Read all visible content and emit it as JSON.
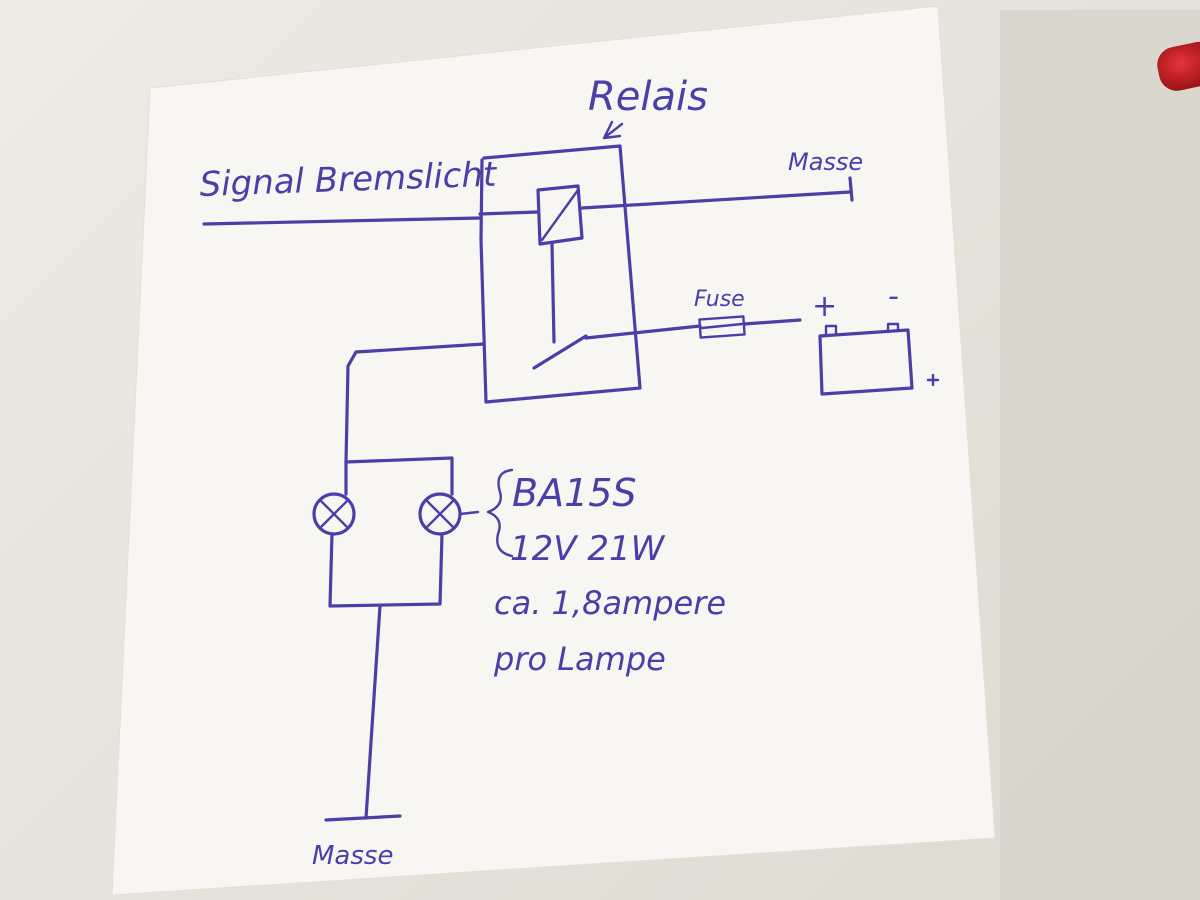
{
  "diagram": {
    "labels": {
      "relais": "Relais",
      "signal": "Signal Bremslicht",
      "masse_top": "Masse",
      "fuse": "Fuse",
      "plus": "+",
      "minus": "-",
      "bulb_type": "BA15S",
      "bulb_rating": "12V 21W",
      "current": "ca. 1,8ampere",
      "per_lamp": "pro Lampe",
      "masse_bottom": "Masse"
    },
    "colors": {
      "ink": "#4a3fa8",
      "paper": "#f7f6f2",
      "cap": "#c4161c"
    }
  }
}
